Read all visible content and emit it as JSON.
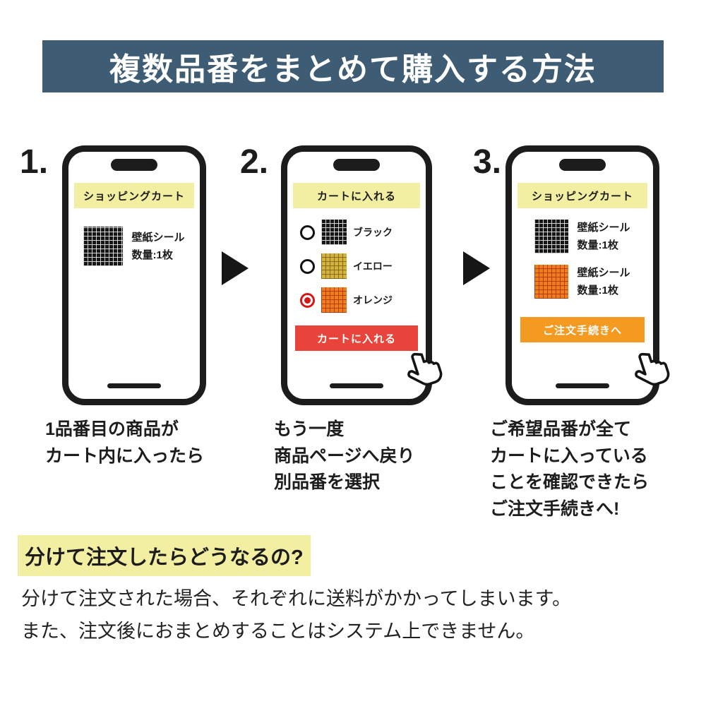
{
  "header": {
    "title": "複数品番をまとめて購入する方法"
  },
  "steps": [
    {
      "number": "1.",
      "phone": {
        "banner": "ショッピングカート",
        "items": [
          {
            "swatch": "black-grid",
            "name": "壁紙シール",
            "qty": "数量:1枚"
          }
        ]
      },
      "caption": [
        "1品番目の商品が",
        "カート内に入ったら"
      ]
    },
    {
      "number": "2.",
      "phone": {
        "banner": "カートに入れる",
        "options": [
          {
            "swatch": "black-grid",
            "label": "ブラック",
            "selected": false
          },
          {
            "swatch": "yellow-grid",
            "label": "イエロー",
            "selected": false
          },
          {
            "swatch": "orange-grid",
            "label": "オレンジ",
            "selected": true
          }
        ],
        "button": "カートに入れる"
      },
      "caption": [
        "もう一度",
        "商品ページへ戻り",
        "別品番を選択"
      ]
    },
    {
      "number": "3.",
      "phone": {
        "banner": "ショッピングカート",
        "items": [
          {
            "swatch": "black-grid",
            "name": "壁紙シール",
            "qty": "数量:1枚"
          },
          {
            "swatch": "orange-grid",
            "name": "壁紙シール",
            "qty": "数量:1枚"
          }
        ],
        "button": "ご注文手続きへ"
      },
      "caption": [
        "ご希望品番が全て",
        "カートに入っている",
        "ことを確認できたら",
        "ご注文手続きへ!"
      ]
    }
  ],
  "note": {
    "heading": "分けて注文したらどうなるの?",
    "body": [
      "分けて注文された場合、それぞれに送料がかかってしまいます。",
      "また、注文後におまとめすることはシステム上できません。"
    ]
  },
  "colors": {
    "header_bg": "#3e5c74",
    "banner_yellow": "#f3efa2",
    "highlight_yellow": "#f3efa2",
    "btn_red": "#e8443b",
    "btn_orange": "#f49a20",
    "radio_red": "#d61717",
    "ink": "#1c1c1c"
  }
}
